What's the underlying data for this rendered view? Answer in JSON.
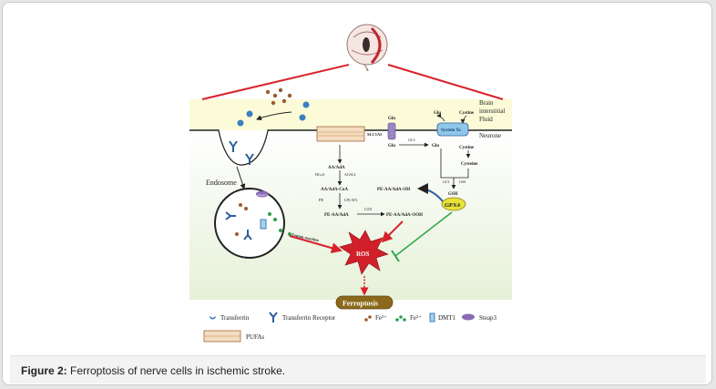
{
  "figure": {
    "labels": {
      "interstitial_1": "Brain",
      "interstitial_2": "interstitial",
      "interstitial_3": "Fluid",
      "neurone": "Neurone",
      "endosome": "Endosome",
      "steap3_small": "Steap3",
      "gln": "Gln",
      "slc1a5": "SLC1A5",
      "gln_in": "Glu",
      "gls": "GLS",
      "glu_in": "Glu",
      "glu_out": "Glu",
      "cystine_out": "Cystine",
      "system_xc": "System Xc",
      "cystine_in": "Cystine",
      "cysteine": "Cysteine",
      "gcl": "GCL",
      "gss": "GSS",
      "gsh": "GSH",
      "aa_ada": "AA/AdA",
      "hcoa": "HCoA",
      "acsl4": "ACSL4",
      "aa_ada_coa": "AA/AdA-CoA",
      "pe": "PE",
      "lpcat3": "LPCAT3",
      "pe_aa_ada": "PE-AA/AdA",
      "lox": "LOX",
      "pe_aa_ada_ooh": "PE-AA/AdA-OOH",
      "pe_aa_ada_oh": "PE-AA/AdA-OH",
      "gpx4": "GPX4",
      "fenton": "Fenton reaction",
      "ros": "ROS",
      "ferroptosis": "Ferroptosis"
    },
    "legend": {
      "transferrin": "Transferrin",
      "transferrin_receptor": "Transferrin Receptor",
      "fe3": "Fe³⁺",
      "fe2": "Fe²⁺",
      "dmt1": "DMT1",
      "steap3": "Steap3",
      "pufas": "PUFAs"
    },
    "colors": {
      "membrane_band": "#fbfbd8",
      "cytoplasm": "#e9f3df",
      "red_line": "#d8222a",
      "ros": "#d0202a",
      "gpx4": "#e8e23a",
      "ferroptosis": "#8a6a1a",
      "inhibit_green": "#29a64a"
    }
  },
  "caption": {
    "label": "Figure 2:",
    "text": " Ferroptosis of nerve cells in ischemic stroke."
  }
}
